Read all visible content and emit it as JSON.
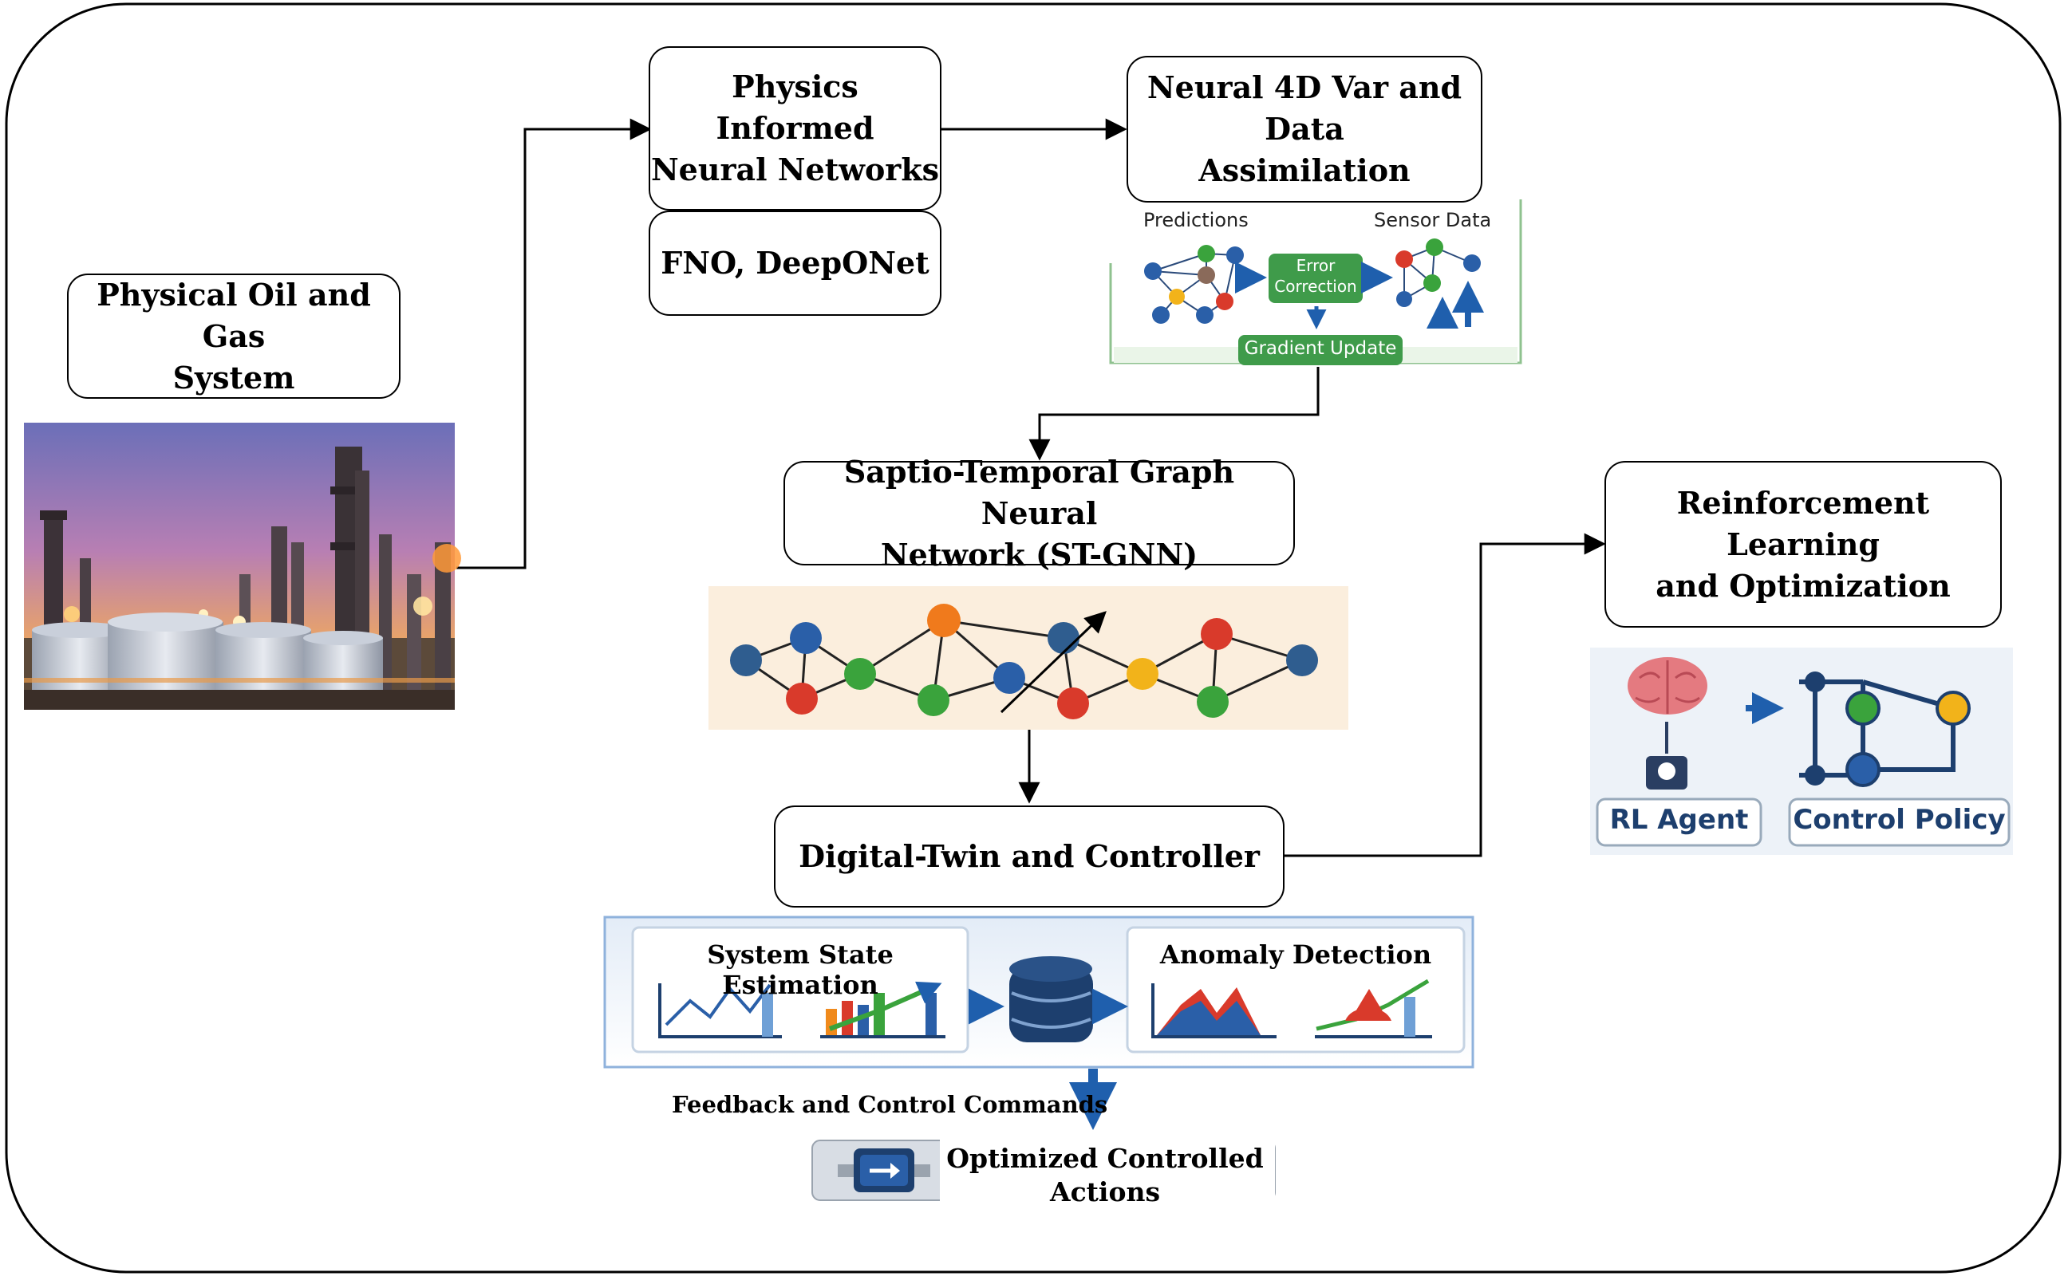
{
  "boxes": {
    "physical": {
      "line1": "Physical Oil and Gas",
      "line2": "System"
    },
    "pinn": {
      "line1": "Physics Informed",
      "line2": "Neural Networks"
    },
    "fno": {
      "label": "FNO, DeepONet"
    },
    "var4d": {
      "line1": "Neural 4D Var and Data",
      "line2": "Assimilation"
    },
    "stgnn": {
      "line1": "Saptio-Temporal Graph Neural",
      "line2": "Network (ST-GNN)"
    },
    "rl": {
      "line1": "Reinforcement Learning",
      "line2": "and Optimization"
    },
    "dt": {
      "label": "Digital-Twin and Controller"
    }
  },
  "assimilation_panel": {
    "predictions": "Predictions",
    "sensor_data": "Sensor Data",
    "error_correction_line1": "Error",
    "error_correction_line2": "Correction",
    "gradient_update": "Gradient Update"
  },
  "rl_panel": {
    "rl_agent": "RL Agent",
    "control_policy": "Control Policy"
  },
  "controller_panel": {
    "system_state": "System State Estimation",
    "anomaly": "Anomaly Detection",
    "feedback": "Feedback and Control Commands",
    "optimized_line1": "Optimized Controlled",
    "optimized_line2": "Actions"
  },
  "colors": {
    "green": "#3f9b4a",
    "blue_arrow": "#1f5fad",
    "node_red": "#d93a2b",
    "node_blue": "#2a5fa8",
    "node_green": "#3aa33c",
    "node_orange": "#f08a1c",
    "node_yellow": "#f2b31a"
  }
}
